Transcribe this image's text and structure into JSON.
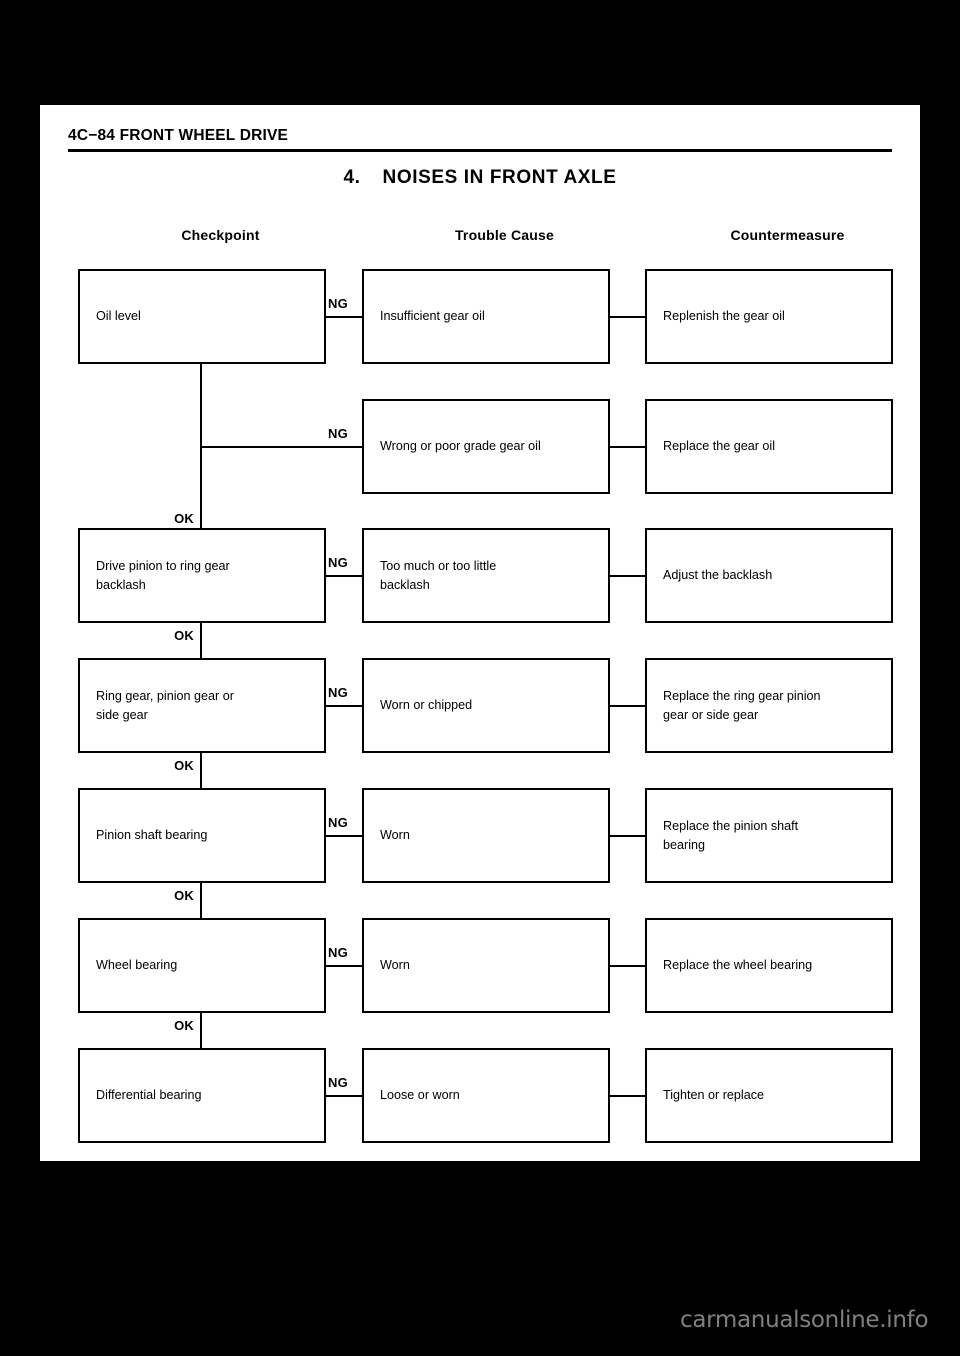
{
  "page": {
    "header": "4C−84  FRONT WHEEL DRIVE",
    "section_number": "4.",
    "section_title": "NOISES IN FRONT AXLE",
    "watermark": "carmanualsonline.info",
    "background_color": "#000000",
    "paper_color": "#ffffff",
    "ink_color": "#000000"
  },
  "columns": {
    "checkpoint": "Checkpoint",
    "trouble_cause": "Trouble Cause",
    "countermeasure": "Countermeasure"
  },
  "labels": {
    "ng": "NG",
    "ok": "OK"
  },
  "chart_data": {
    "type": "diagram",
    "title": "4. NOISES IN FRONT AXLE",
    "columns": [
      "Checkpoint",
      "Trouble Cause",
      "Countermeasure"
    ],
    "branch_label": "NG",
    "pass_label": "OK",
    "rows": [
      {
        "checkpoint": "Oil level",
        "trouble_cause": "Insufficient gear oil",
        "countermeasure": "Replenish the gear oil",
        "has_checkpoint_box": true,
        "ng": "NG",
        "ok": "OK"
      },
      {
        "checkpoint": "",
        "trouble_cause": "Wrong or poor grade gear oil",
        "countermeasure": "Replace the gear oil",
        "has_checkpoint_box": false,
        "ng": "NG",
        "ok": "OK"
      },
      {
        "checkpoint": "Drive pinion to ring gear backlash",
        "trouble_cause": "Too much or too little backlash",
        "countermeasure": "Adjust the backlash",
        "has_checkpoint_box": true,
        "ng": "NG",
        "ok": "OK"
      },
      {
        "checkpoint": "Ring gear, pinion gear or side gear",
        "trouble_cause": "Worn or chipped",
        "countermeasure": "Replace the ring gear pinion gear or side gear",
        "has_checkpoint_box": true,
        "ng": "NG",
        "ok": "OK"
      },
      {
        "checkpoint": "Pinion shaft bearing",
        "trouble_cause": "Worn",
        "countermeasure": "Replace the pinion shaft bearing",
        "has_checkpoint_box": true,
        "ng": "NG",
        "ok": "OK"
      },
      {
        "checkpoint": "Wheel bearing",
        "trouble_cause": "Worn",
        "countermeasure": "Replace the wheel bearing",
        "has_checkpoint_box": true,
        "ng": "NG",
        "ok": "OK"
      },
      {
        "checkpoint": "Differential bearing",
        "trouble_cause": "Loose or worn",
        "countermeasure": "Tighten or replace",
        "has_checkpoint_box": true,
        "ng": "NG",
        "ok": ""
      }
    ]
  },
  "boxes": {
    "c1": {
      "r1": "Oil level",
      "r3_line1": "Drive pinion to ring gear",
      "r3_line2": "backlash",
      "r4_line1": "Ring gear, pinion gear or",
      "r4_line2": "side gear",
      "r5": "Pinion shaft bearing",
      "r6": "Wheel bearing",
      "r7": "Differential bearing"
    },
    "c2": {
      "r1": "Insufficient gear oil",
      "r2": "Wrong or poor grade gear oil",
      "r3_line1": "Too much or too little",
      "r3_line2": "backlash",
      "r4": "Worn or chipped",
      "r5": "Worn",
      "r6": "Worn",
      "r7": "Loose or worn"
    },
    "c3": {
      "r1": "Replenish the gear oil",
      "r2": "Replace the gear oil",
      "r3": "Adjust the backlash",
      "r4_line1": "Replace the ring gear pinion",
      "r4_line2": "gear or side gear",
      "r5_line1": "Replace the pinion shaft",
      "r5_line2": "bearing",
      "r6": "Replace the wheel bearing",
      "r7": "Tighten or replace"
    }
  }
}
